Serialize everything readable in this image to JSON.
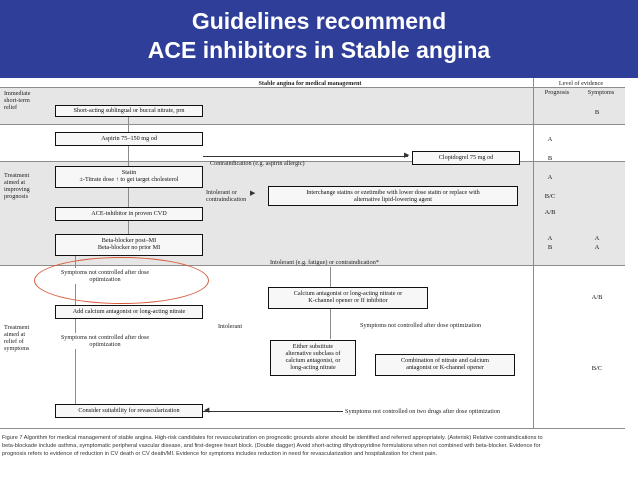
{
  "slide": {
    "title_line1": "Guidelines recommend",
    "title_line2": "ACE inhibitors in Stable angina",
    "banner_color": "#2f3f99"
  },
  "figure": {
    "header": "Stable angina for medical management",
    "level_of_evidence": "Level of evidence",
    "col_prognosis": "Prognosis",
    "col_symptoms": "Symptoms",
    "side_labels": {
      "immediate": [
        "Immediate",
        "short-term",
        "relief"
      ],
      "prognosis": [
        "Treatment",
        "aimed at",
        "improving",
        "prognosis"
      ],
      "symptoms": [
        "Treatment",
        "aimed at",
        "relief of",
        "symptoms"
      ]
    },
    "boxes": {
      "short_acting": "Short-acting sublingual or buccal nitrate, prn",
      "aspirin": "Aspirin 75–150 mg od",
      "statin_line1": "Statin",
      "statin_line2": "±-Titrate dose ↑ to get target cholesterol",
      "ace": "ACE-inhibitor in proven CVD",
      "beta_post_mi": "Beta-blocker post–MI",
      "beta_no_mi": "Beta-blocker no prior MI",
      "clopidogrel": "Clopidogrel 75 mg od",
      "interchange_line1": "Interchange statins or ezetimibe with lower dose statin or replace with",
      "interchange_line2": "alternative lipid-lowering agent",
      "calcium_line1": "Calcium antagonist or long-acting nitrate or",
      "calcium_line2": "K-channel opener or If inhibitor",
      "add_calcium": "Add calcium antagonist or long-acting nitrate",
      "either_line1": "Either substitute",
      "either_line2": "alternative subclass of",
      "either_line3": "calcium antagonist, or",
      "either_line4": "long-acting nitrate",
      "combination_line1": "Combination of nitrate and calcium",
      "combination_line2": "antagonist or K-channel opener",
      "revasc": "Consider suitability for revascularization"
    },
    "labels": {
      "contraindication_aspirin": "Contraindication (e.g. aspirin allergic)",
      "intolerant_contra_line1": "Intolerant or",
      "intolerant_contra_line2": "contraindication",
      "intolerant_fatigue": "Intolerant (e.g. fatigue) or contraindication*",
      "not_controlled1_line1": "Symptoms not controlled after dose",
      "not_controlled1_line2": "optimization",
      "intolerant": "Intolerant",
      "not_controlled_right": "Symptoms not controlled after dose optimization",
      "not_controlled2_line1": "Symptoms not controlled after dose",
      "not_controlled2_line2": "optimization",
      "not_controlled_two_drugs": "Symptoms not controlled on two drugs after dose optimization"
    },
    "evidence": {
      "short_acting": {
        "prognosis": "",
        "symptoms": "B"
      },
      "aspirin": {
        "prognosis": "A",
        "symptoms": ""
      },
      "clopidogrel": {
        "prognosis": "B",
        "symptoms": ""
      },
      "statin": {
        "prognosis": "A",
        "symptoms": ""
      },
      "interchange": {
        "prognosis": "B/C",
        "symptoms": ""
      },
      "ace": {
        "prognosis": "A/B",
        "symptoms": ""
      },
      "beta_post_mi": {
        "prognosis": "A",
        "symptoms": "A"
      },
      "beta_no_mi": {
        "prognosis": "B",
        "symptoms": "A"
      },
      "calcium": {
        "prognosis": "",
        "symptoms": "A/B"
      },
      "combination": {
        "prognosis": "",
        "symptoms": "B/C"
      }
    },
    "caption_line1": "Figure 7   Algorithm for medical management of stable angina. High-risk candidates for revascularization on prognostic grounds alone should be identified and referred appropriately. (Asterisk) Relative contraindications to",
    "caption_line2": "beta-blockade include asthma, symptomatic peripheral vascular disease, and first-degree heart block. (Double dagger) Avoid short-acting dihydropyridine formulations when not combined with beta-blocker. Evidence for",
    "caption_line3": "prognosis refers to evidence of reduction in CV death or CV death/MI. Evidence for symptoms includes reduction in need for revascularization and hospitalization for chest pain.",
    "highlight_color": "#d95a3a"
  }
}
